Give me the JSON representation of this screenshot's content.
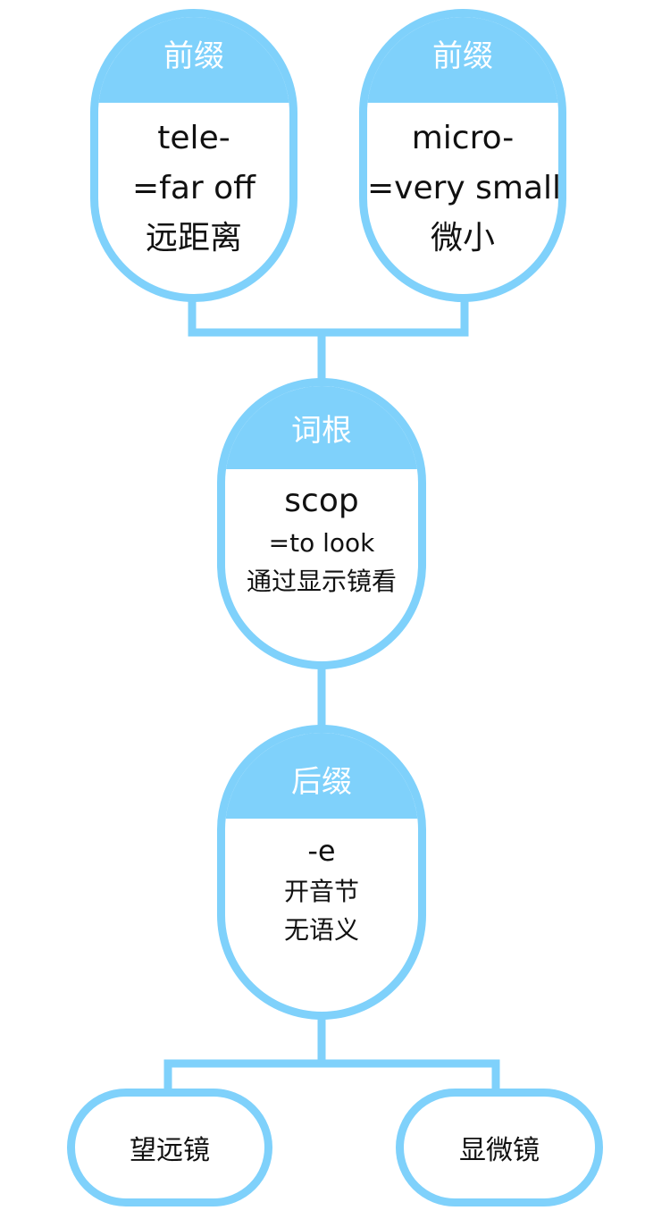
{
  "colors": {
    "accent": "#7fd1fb",
    "text": "#111111",
    "header_text": "#ffffff"
  },
  "prefixes": [
    {
      "header": "前缀",
      "lines": [
        "tele-",
        "=far off",
        "远距离"
      ]
    },
    {
      "header": "前缀",
      "lines": [
        "micro-",
        "=very small",
        "微小"
      ]
    }
  ],
  "root": {
    "header": "词根",
    "lines": [
      "scop",
      "=to look",
      "通过显示镜看"
    ]
  },
  "suffix": {
    "header": "后缀",
    "lines": [
      "-e",
      "开音节",
      "无语义"
    ]
  },
  "results": [
    "望远镜",
    "显微镜"
  ]
}
